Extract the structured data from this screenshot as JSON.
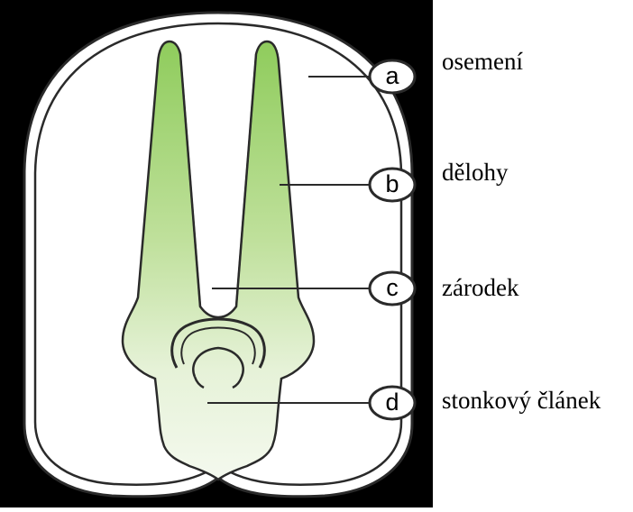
{
  "colors": {
    "background_panel": "#000000",
    "seed_fill": "#ffffff",
    "embryo_green_top": "#8fcc5c",
    "embryo_green_bottom": "#f2f8ea",
    "outline": "#2a2a2a"
  },
  "markers": [
    {
      "letter": "a",
      "label": "osemení"
    },
    {
      "letter": "b",
      "label": "dělohy"
    },
    {
      "letter": "c",
      "label": "zárodek"
    },
    {
      "letter": "d",
      "label": "stonkový článek"
    }
  ]
}
